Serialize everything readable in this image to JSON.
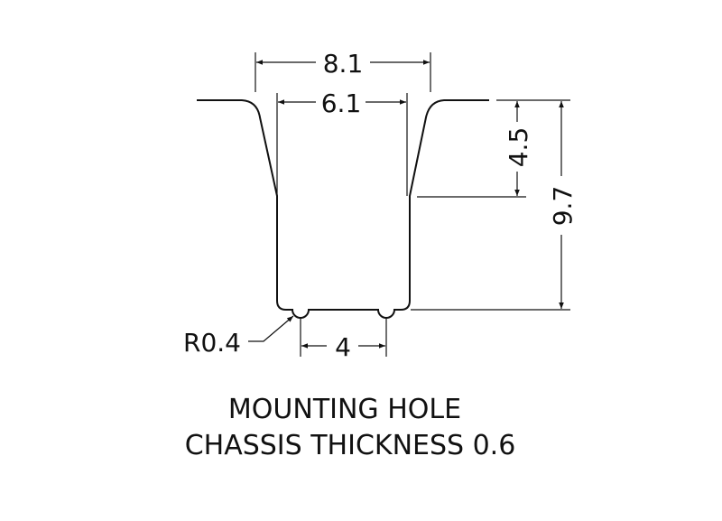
{
  "dimensions": {
    "outer_width": "8.1",
    "inner_width": "6.1",
    "taper_depth": "4.5",
    "total_depth": "9.7",
    "bump_spacing": "4",
    "bump_radius": "R0.4"
  },
  "caption": {
    "line1": "MOUNTING HOLE",
    "line2": "CHASSIS THICKNESS 0.6"
  }
}
